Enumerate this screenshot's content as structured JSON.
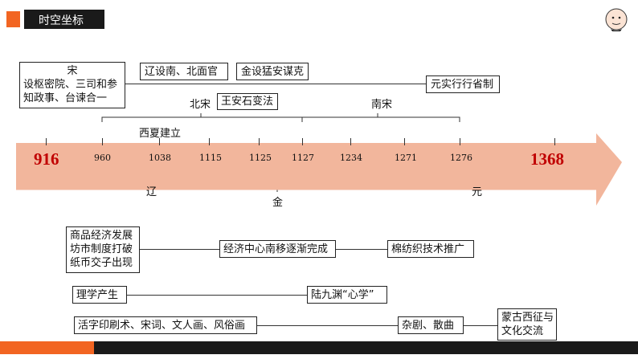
{
  "header": {
    "title": "时空坐标"
  },
  "colors": {
    "accent": "#f26522",
    "dark": "#1a1a1a",
    "arrow": "#f2b69c",
    "year_red": "#c00000"
  },
  "top_boxes": {
    "song_title": "宋",
    "song_line1": "设枢密院、三司和参",
    "song_line2": "知政事、台谏合一",
    "liao_box": "辽设南、北面官",
    "jin_box": "金设猛安谋克",
    "yuan_box": "元实行行省制"
  },
  "period_labels": {
    "north_song": "北宋",
    "south_song": "南宋",
    "reform": "王安石变法",
    "xixia": "西夏建立",
    "liao": "辽",
    "jin": "金",
    "yuan": "元"
  },
  "timeline": {
    "start": "916",
    "end": "1368",
    "years": [
      "960",
      "1038",
      "1115",
      "1125",
      "1127",
      "1234",
      "1271",
      "1276"
    ]
  },
  "bottom_rows": {
    "econ_left_1": "商品经济发展",
    "econ_left_2": "坊市制度打破",
    "econ_left_3": "纸币交子出现",
    "econ_mid": "经济中心南移逐渐完成",
    "econ_right": "棉纺织技术推广",
    "lixue": "理学产生",
    "lujiuyuan": "陆九渊“心学”",
    "culture": "活字印刷术、宋词、文人画、风俗画",
    "zaju": "杂剧、散曲",
    "mongol_1": "蒙古西征与",
    "mongol_2": "文化交流"
  }
}
